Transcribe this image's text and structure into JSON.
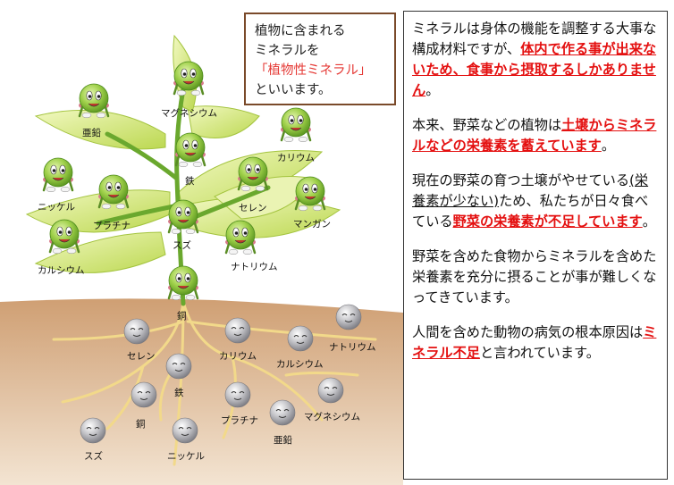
{
  "callout": {
    "line1": "植物に含まれる",
    "line2": "ミネラルを",
    "line3": "「植物性ミネラル」",
    "line4": "といいます。"
  },
  "panel": {
    "p1": {
      "a": "ミネラルは身体の機能を調整する大事な構成材料ですが、",
      "b": "体内で作る事が出来ないため、食事から摂取するしかありません",
      "c": "。"
    },
    "p2": {
      "a": "本来、野菜などの植物は",
      "b": "土壌からミネラルなどの栄養素を蓄えています",
      "c": "。"
    },
    "p3": {
      "a": "現在の野菜の育つ土壌がやせている",
      "b": "(栄養素が少ない)",
      "c": "ため、私たちが日々食べている",
      "d": "野菜の栄養素が不足しています",
      "e": "。"
    },
    "p4": {
      "a": "野菜を含めた食物からミネラルを含めた栄養素を充分に摂ることが事が難しくなってきています。"
    },
    "p5": {
      "a": "人間を含めた動物の病気の根本原因は",
      "b": "ミネラル不足",
      "c": "と言われています。"
    }
  },
  "plant_labels": {
    "magnesium": "マグネシウム",
    "zinc": "亜鉛",
    "potassium": "カリウム",
    "iron": "鉄",
    "nickel": "ニッケル",
    "selenium": "セレン",
    "manganese": "マンガン",
    "platinum": "プラチナ",
    "tin": "スズ",
    "calcium": "カルシウム",
    "sodium": "ナトリウム",
    "copper": "銅"
  },
  "soil_labels": {
    "selenium": "セレン",
    "potassium": "カリウム",
    "calcium": "カルシウム",
    "sodium": "ナトリウム",
    "iron": "鉄",
    "platinum": "プラチナ",
    "magnesium": "マグネシウム",
    "copper": "銅",
    "zinc": "亜鉛",
    "tin": "スズ",
    "nickel": "ニッケル"
  },
  "colors": {
    "leaf_light": "#dcec86",
    "leaf_mid": "#b6d24e",
    "stem": "#6aa82e",
    "soil": "#d7ad86",
    "callout_border": "#7a4a2a",
    "highlight_red": "#e41010",
    "character_green": "#8cc63f",
    "character_gray": "#a9a9ad"
  }
}
